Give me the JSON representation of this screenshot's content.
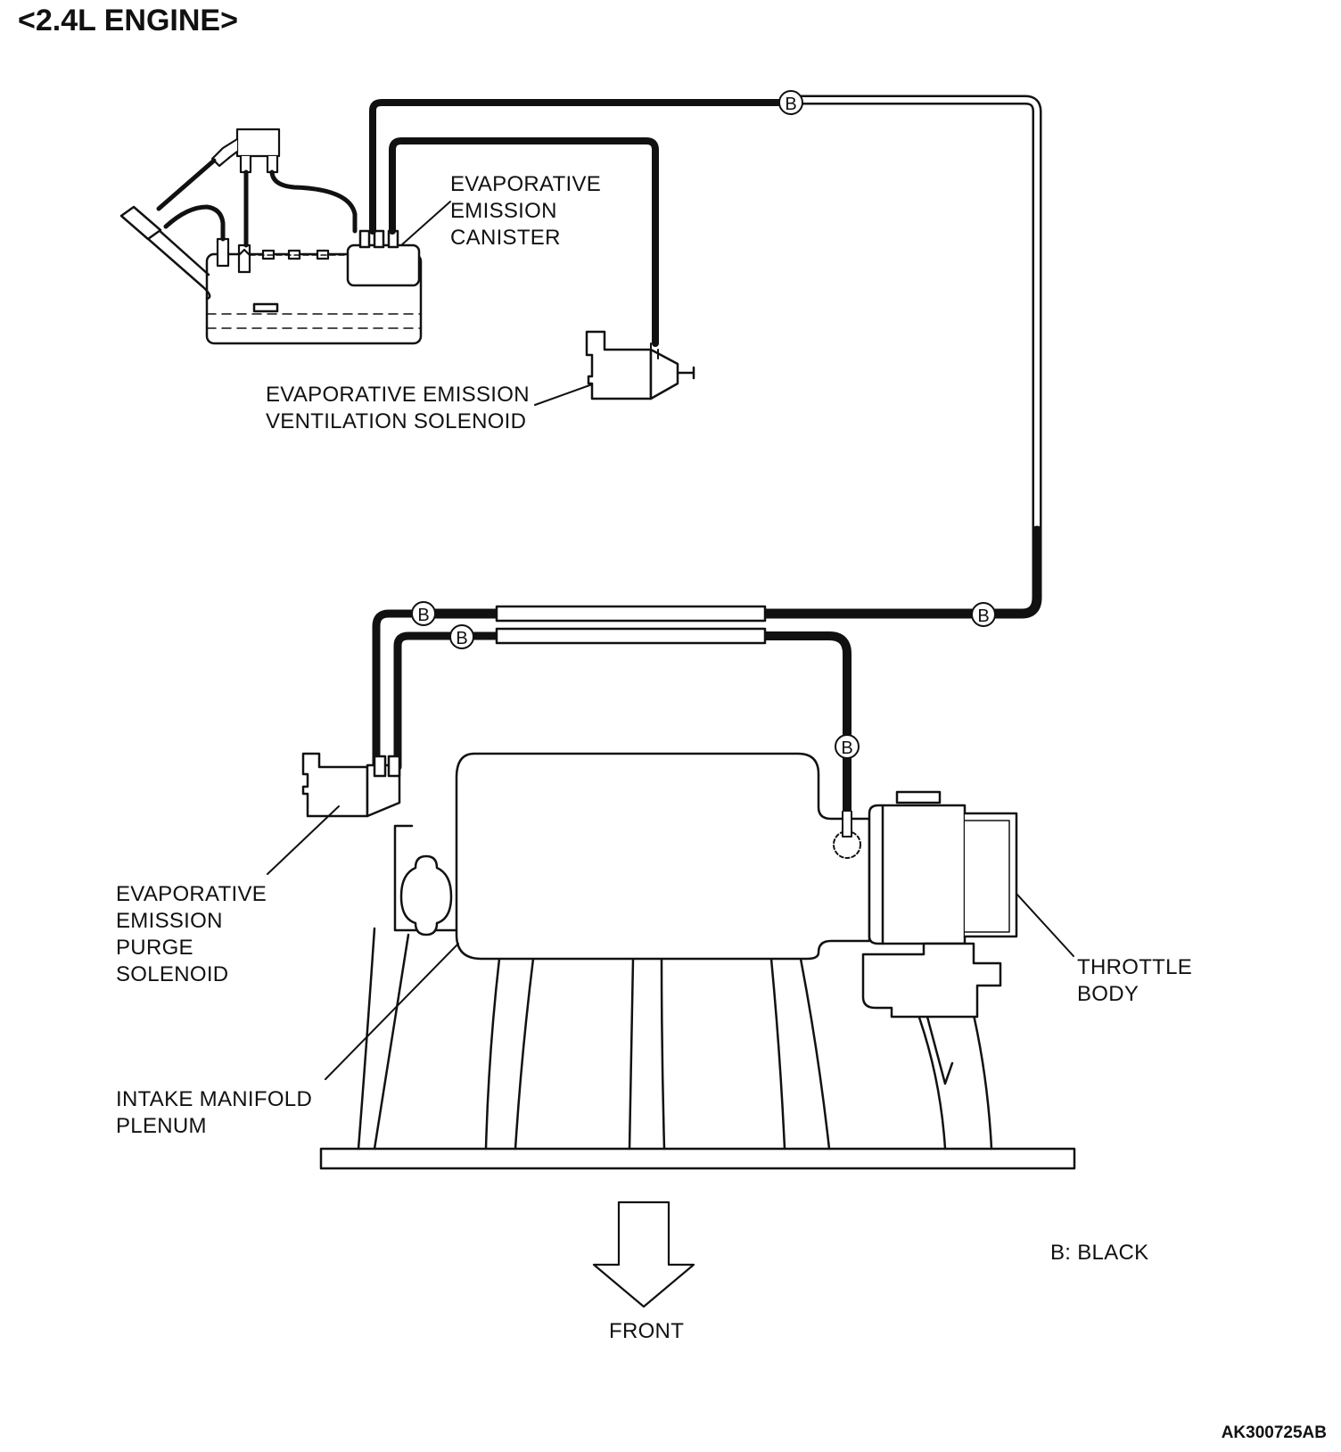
{
  "title": "<2.4L ENGINE>",
  "labels": {
    "canister": [
      "EVAPORATIVE",
      "EMISSION",
      "CANISTER"
    ],
    "ventilation": [
      "EVAPORATIVE EMISSION",
      "VENTILATION SOLENOID"
    ],
    "purge": [
      "EVAPORATIVE",
      "EMISSION",
      "PURGE",
      "SOLENOID"
    ],
    "throttle": [
      "THROTTLE",
      "BODY"
    ],
    "plenum": [
      "INTAKE MANIFOLD",
      "PLENUM"
    ],
    "front": "FRONT",
    "legend": "B: BLACK",
    "hose_marker": "B"
  },
  "figure_code": "AK300725AB"
}
